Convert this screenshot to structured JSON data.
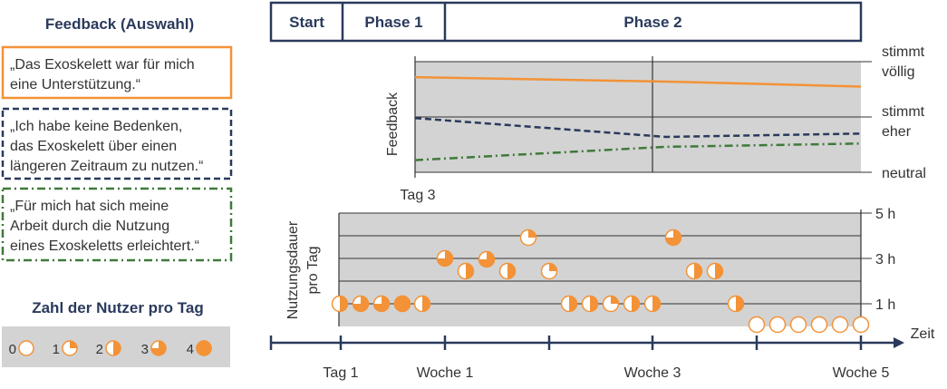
{
  "colors": {
    "orange": "#f39237",
    "navy": "#2a3a5c",
    "green": "#3f7a3a",
    "panel": "#d3d3d3",
    "text": "#333333"
  },
  "left": {
    "feedback_title": "Feedback (Auswahl)",
    "quotes": [
      {
        "lines": [
          "„Das Exoskelett war für mich",
          "eine Unterstützung.“"
        ],
        "style": "solid",
        "color": "#f39237"
      },
      {
        "lines": [
          "„Ich habe keine Bedenken,",
          "das Exoskelett über einen",
          "längeren Zeitraum zu nutzen.“"
        ],
        "style": "dashed",
        "color": "#2a3a5c"
      },
      {
        "lines": [
          "„Für mich hat sich meine",
          "Arbeit durch die Nutzung",
          "eines Exoskeletts erleichtert.“"
        ],
        "style": "dashdot",
        "color": "#3f7a3a"
      }
    ],
    "users_title": "Zahl der Nutzer pro Tag",
    "legend": [
      {
        "label": "0",
        "fraction": 0
      },
      {
        "label": "1",
        "fraction": 0.25
      },
      {
        "label": "2",
        "fraction": 0.5
      },
      {
        "label": "3",
        "fraction": 0.75
      },
      {
        "label": "4",
        "fraction": 1
      }
    ]
  },
  "phases": [
    "Start",
    "Phase 1",
    "Phase 2"
  ],
  "chart_data": [
    {
      "type": "line",
      "ylabel": "Feedback",
      "y_categories": [
        "neutral",
        "stimmt eher",
        "stimmt völlig"
      ],
      "y_tick_labels": [
        {
          "lines": [
            "stimmt",
            "völlig"
          ]
        },
        {
          "lines": [
            "stimmt",
            "eher"
          ]
        },
        {
          "lines": [
            "neutral"
          ]
        }
      ],
      "x_start_label": "Tag 3",
      "x": [
        3,
        21,
        35
      ],
      "xlim": [
        3,
        35
      ],
      "ylim": [
        0,
        2
      ],
      "series": [
        {
          "values": [
            1.72,
            1.64,
            1.55
          ],
          "color": "#f39237",
          "dash": "solid"
        },
        {
          "values": [
            0.98,
            0.64,
            0.7
          ],
          "color": "#2a3a5c",
          "dash": "dashed"
        },
        {
          "values": [
            0.22,
            0.46,
            0.52
          ],
          "color": "#3f7a3a",
          "dash": "dashdot"
        }
      ],
      "grid": true
    },
    {
      "type": "scatter",
      "ylabel": "Nutzungsdauer pro Tag",
      "xlabel": "Zeit",
      "y_ticks": [
        1,
        3,
        5
      ],
      "y_tick_labels": [
        "1 h",
        "3 h",
        "5 h"
      ],
      "ylim": [
        0,
        5
      ],
      "x_ticks": [
        1,
        3,
        8,
        11,
        15,
        18,
        22,
        26,
        29
      ],
      "x_tick_labels": [
        {
          "x": 1,
          "label": "Tag 1"
        },
        {
          "x": 8,
          "label": "Woche 1"
        },
        {
          "x": 22,
          "label": "Woche 3"
        },
        {
          "x": 36,
          "label": "Woche 5"
        }
      ],
      "xlim": [
        0,
        36
      ],
      "points": [
        {
          "x": 0,
          "y": 1,
          "users": 2
        },
        {
          "x": 1.5,
          "y": 1,
          "users": 3
        },
        {
          "x": 3,
          "y": 1,
          "users": 3
        },
        {
          "x": 4.5,
          "y": 1,
          "users": 4
        },
        {
          "x": 5.5,
          "y": 1,
          "users": 2
        },
        {
          "x": 7,
          "y": 3,
          "users": 3
        },
        {
          "x": 8.5,
          "y": 2.5,
          "users": 2
        },
        {
          "x": 10,
          "y": 3,
          "users": 3
        },
        {
          "x": 11.5,
          "y": 2.5,
          "users": 2
        },
        {
          "x": 12.5,
          "y": 4,
          "users": 1
        },
        {
          "x": 14,
          "y": 2.5,
          "users": 1
        },
        {
          "x": 15.5,
          "y": 1,
          "users": 2
        },
        {
          "x": 17,
          "y": 1,
          "users": 2
        },
        {
          "x": 18.5,
          "y": 1,
          "users": 1
        },
        {
          "x": 20,
          "y": 1,
          "users": 2
        },
        {
          "x": 21.5,
          "y": 1,
          "users": 2
        },
        {
          "x": 23,
          "y": 4,
          "users": 3
        },
        {
          "x": 24.5,
          "y": 2.5,
          "users": 2
        },
        {
          "x": 26,
          "y": 2.5,
          "users": 2
        },
        {
          "x": 27.5,
          "y": 1,
          "users": 2
        },
        {
          "x": 29,
          "y": 0,
          "users": 0
        },
        {
          "x": 30.5,
          "y": 0,
          "users": 0
        },
        {
          "x": 32,
          "y": 0,
          "users": 0
        },
        {
          "x": 33.5,
          "y": 0,
          "users": 0
        },
        {
          "x": 35,
          "y": 0,
          "users": 0
        },
        {
          "x": 36.5,
          "y": 0,
          "users": 0
        }
      ],
      "grid": true
    }
  ]
}
